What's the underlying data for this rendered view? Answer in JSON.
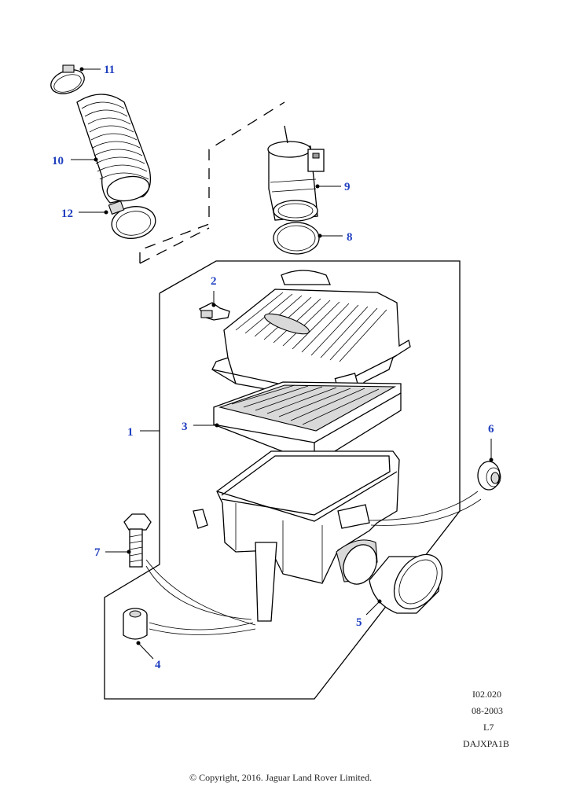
{
  "diagram": {
    "callouts": [
      {
        "id": "c1",
        "label": "1"
      },
      {
        "id": "c2",
        "label": "2"
      },
      {
        "id": "c3",
        "label": "3"
      },
      {
        "id": "c4",
        "label": "4"
      },
      {
        "id": "c5",
        "label": "5"
      },
      {
        "id": "c6",
        "label": "6"
      },
      {
        "id": "c7",
        "label": "7"
      },
      {
        "id": "c8",
        "label": "8"
      },
      {
        "id": "c9",
        "label": "9"
      },
      {
        "id": "c10",
        "label": "10"
      },
      {
        "id": "c11",
        "label": "11"
      },
      {
        "id": "c12",
        "label": "12"
      }
    ],
    "reference": {
      "illustration_code": "I02.020",
      "date": "08-2003",
      "line": "L7",
      "code": "DAJXPA1B"
    },
    "copyright": "© Copyright, 2016. Jaguar Land Rover Limited.",
    "colors": {
      "callout": "#1f3fbf",
      "line": "#000000",
      "background": "#ffffff"
    }
  }
}
